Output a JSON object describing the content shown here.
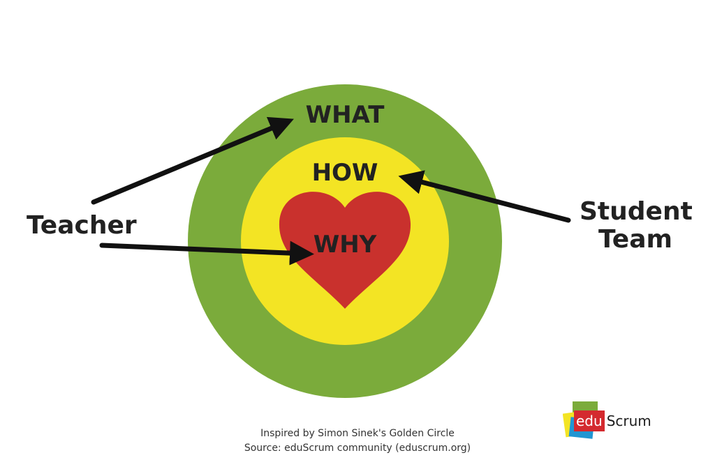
{
  "diagram": {
    "rings": [
      {
        "id": "outer",
        "label": "WHAT",
        "color": "#7bab3b"
      },
      {
        "id": "middle",
        "label": "HOW",
        "color": "#f3e424"
      },
      {
        "id": "inner",
        "label": "WHY",
        "color": "#c9312d",
        "shape": "heart-icon"
      }
    ],
    "actors": {
      "teacher": "Teacher",
      "student_team_line1": "Student",
      "student_team_line2": "Team"
    },
    "connections": [
      {
        "from": "Teacher",
        "to": "WHAT"
      },
      {
        "from": "Teacher",
        "to": "WHY"
      },
      {
        "from": "Student Team",
        "to": "HOW"
      }
    ],
    "arrow_color": "#111111"
  },
  "caption": {
    "line1": "Inspired by Simon Sinek's Golden Circle",
    "line2": "Source: eduScrum community (eduscrum.org)"
  },
  "logo": {
    "part1": "edu",
    "part2": "Scrum",
    "colors": [
      "#7bab3b",
      "#f3e424",
      "#2196d3",
      "#d42a2f"
    ]
  }
}
